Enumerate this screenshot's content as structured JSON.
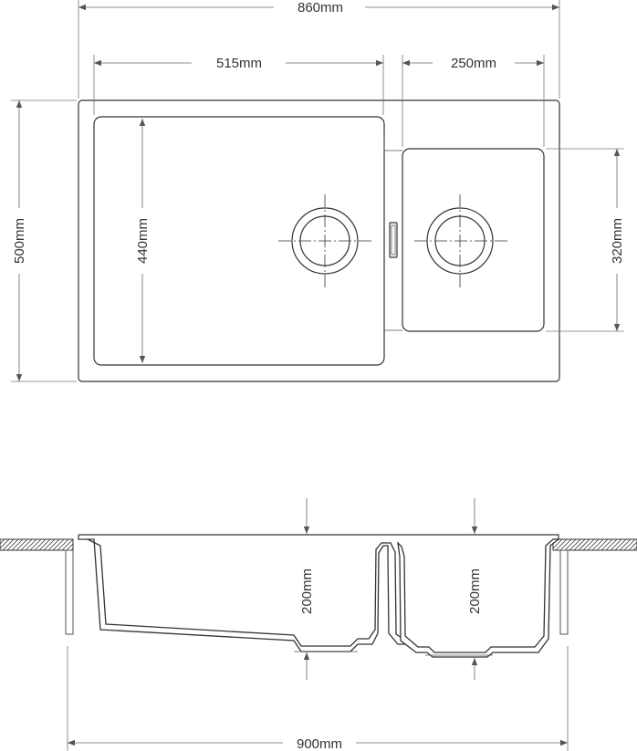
{
  "top_view": {
    "overall_width": "860mm",
    "big_bowl_width": "515mm",
    "small_bowl_width": "250mm",
    "overall_depth": "500mm",
    "big_bowl_depth": "440mm",
    "small_bowl_depth": "320mm"
  },
  "section_view": {
    "big_bowl_height": "200mm",
    "small_bowl_height": "200mm",
    "cutout_width": "900mm"
  }
}
